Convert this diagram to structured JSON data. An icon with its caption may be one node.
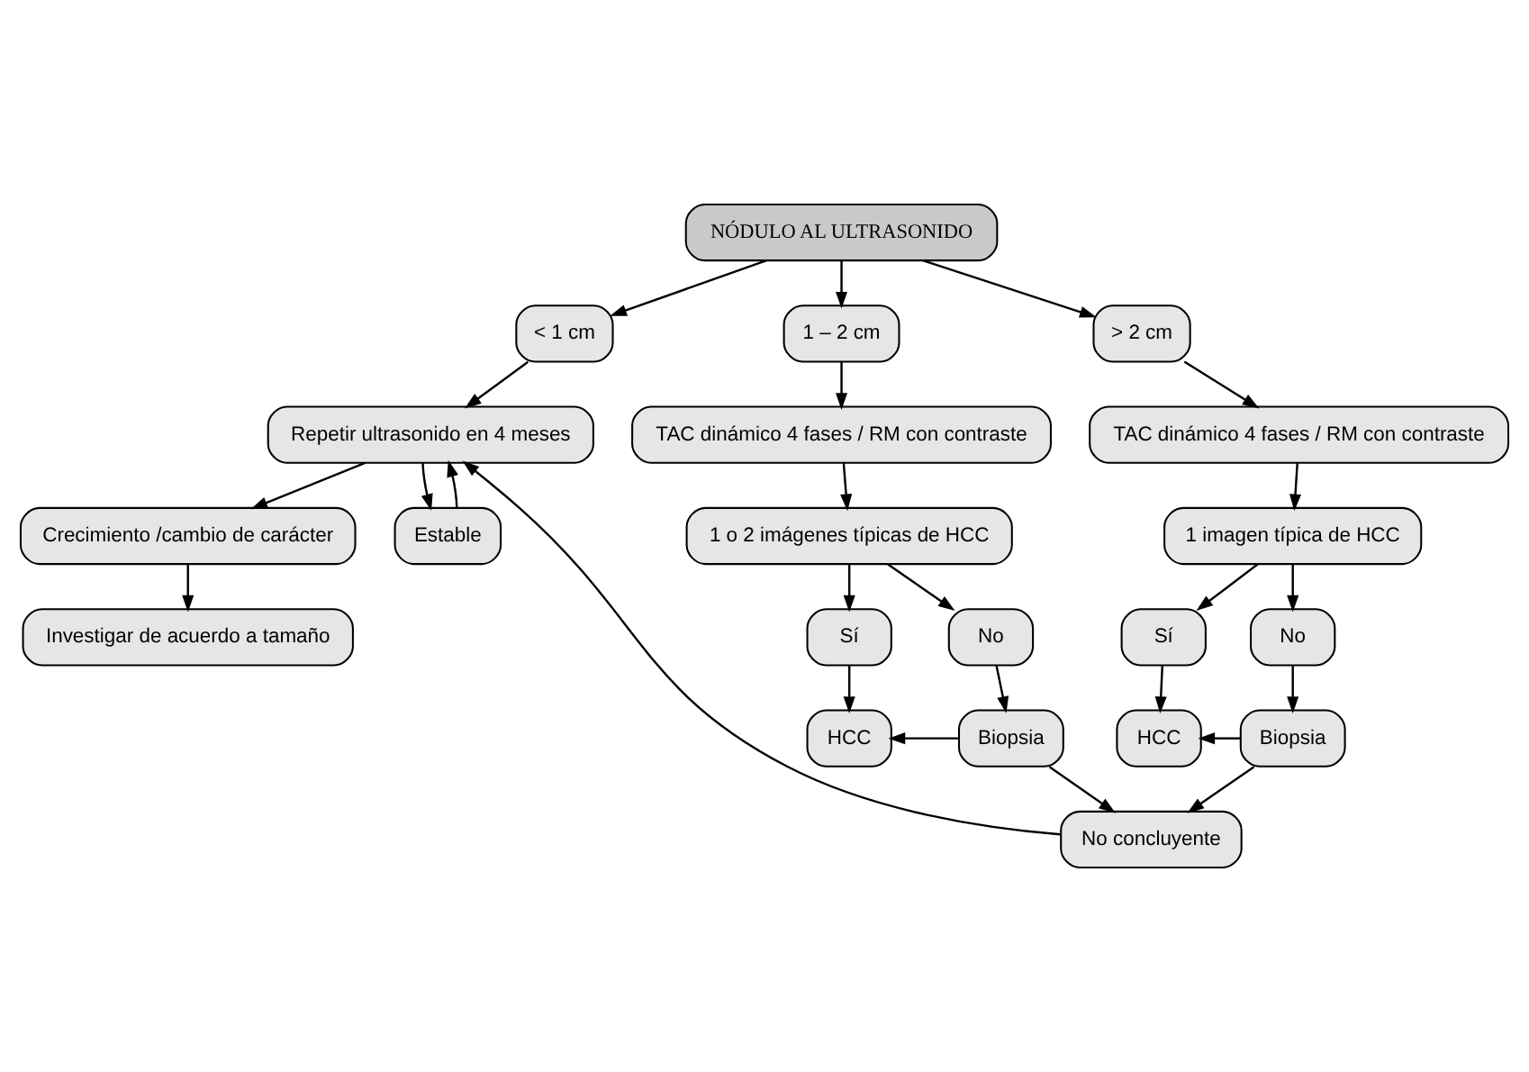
{
  "diagram": {
    "nodes": [
      {
        "text": [
          "NÓDULO AL ULTRASONIDO"
        ]
      },
      {
        "text": [
          "< 1 cm"
        ]
      },
      {
        "text": [
          "1 – 2 cm"
        ]
      },
      {
        "text": [
          "> 2 cm"
        ]
      },
      {
        "text": [
          "Repetir ultrasonido en 4 meses"
        ]
      },
      {
        "text": [
          "TAC dinámico 4 fases / RM con contraste"
        ]
      },
      {
        "text": [
          "TAC dinámico 4 fases / RM con contraste"
        ]
      },
      {
        "text": [
          "Crecimiento /cambio de carácter"
        ]
      },
      {
        "text": [
          "Estable"
        ]
      },
      {
        "text": [
          "1 o 2 imágenes típicas de HCC"
        ]
      },
      {
        "text": [
          "1 imagen típica de HCC"
        ]
      },
      {
        "text": [
          "Investigar de acuerdo a tamaño"
        ]
      },
      {
        "text": [
          "Sí"
        ]
      },
      {
        "text": [
          "No"
        ]
      },
      {
        "text": [
          "Sí"
        ]
      },
      {
        "text": [
          "No"
        ]
      },
      {
        "text": [
          "HCC"
        ]
      },
      {
        "text": [
          "Biopsia"
        ]
      },
      {
        "text": [
          "HCC"
        ]
      },
      {
        "text": [
          "Biopsia"
        ]
      },
      {
        "text": [
          "No concluyente"
        ]
      }
    ],
    "edges": [
      {
        "from": 0,
        "to": 1,
        "arrow": "to"
      },
      {
        "from": 0,
        "to": 2,
        "arrow": "to"
      },
      {
        "from": 0,
        "to": 3,
        "arrow": "to"
      },
      {
        "from": 1,
        "to": 4,
        "arrow": "to"
      },
      {
        "from": 2,
        "to": 5,
        "arrow": "to"
      },
      {
        "from": 3,
        "to": 6,
        "arrow": "to"
      },
      {
        "from": 4,
        "to": 7,
        "arrow": "to"
      },
      {
        "from": 4,
        "to": 8,
        "arrow": "to"
      },
      {
        "from": 8,
        "to": 4,
        "arrow": "to"
      },
      {
        "from": 7,
        "to": 11,
        "arrow": "to"
      },
      {
        "from": 5,
        "to": 9,
        "arrow": "to"
      },
      {
        "from": 6,
        "to": 10,
        "arrow": "to"
      },
      {
        "from": 9,
        "to": 12,
        "arrow": "to"
      },
      {
        "from": 9,
        "to": 13,
        "arrow": "to"
      },
      {
        "from": 10,
        "to": 14,
        "arrow": "to"
      },
      {
        "from": 10,
        "to": 15,
        "arrow": "to"
      },
      {
        "from": 12,
        "to": 16,
        "arrow": "to"
      },
      {
        "from": 13,
        "to": 17,
        "arrow": "to"
      },
      {
        "from": 17,
        "to": 16,
        "arrow": "to"
      },
      {
        "from": 14,
        "to": 18,
        "arrow": "to"
      },
      {
        "from": 15,
        "to": 19,
        "arrow": "to"
      },
      {
        "from": 19,
        "to": 18,
        "arrow": "to"
      },
      {
        "from": 17,
        "to": 20,
        "arrow": "to"
      },
      {
        "from": 19,
        "to": 20,
        "arrow": "to"
      },
      {
        "from": 20,
        "to": 4,
        "arrow": "to"
      }
    ]
  }
}
